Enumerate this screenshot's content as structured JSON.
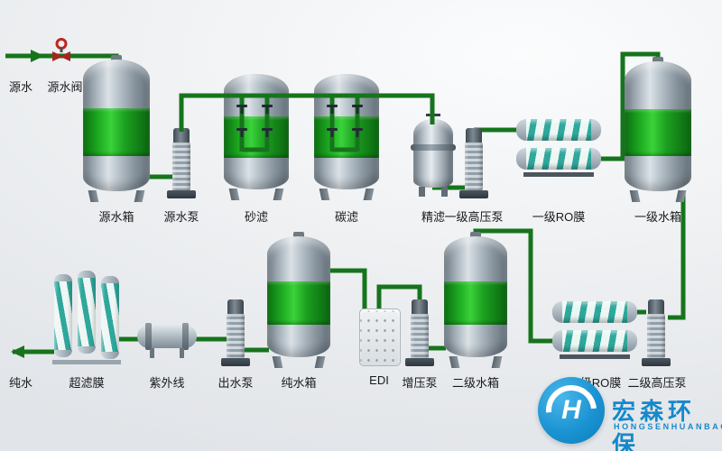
{
  "labels": {
    "source_water": "源水",
    "source_valve": "源水阀",
    "source_tank": "源水箱",
    "source_pump": "源水泵",
    "sand_filter": "砂滤",
    "carbon_filter": "碳滤",
    "fine_filter": "精滤",
    "hp_pump_1": "一级高压泵",
    "ro_membrane_1": "一级RO膜",
    "water_tank_1": "一级水箱",
    "pure_water": "纯水",
    "uf_membrane": "超滤膜",
    "uv_sterilizer": "紫外线",
    "outlet_pump": "出水泵",
    "pure_water_tank": "纯水箱",
    "edi": "EDI",
    "booster_pump": "增压泵",
    "water_tank_2": "二级水箱",
    "ro_membrane_2": "二级RO膜",
    "hp_pump_2": "二级高压泵"
  },
  "logo": {
    "name_cn": "宏森环保",
    "name_en": "HONGSENHUANBAO"
  },
  "colors": {
    "pipe_green": "#16741c",
    "tank_band_green": "#1fae22",
    "membrane_teal": "#2fa79c",
    "valve_red": "#c0261f",
    "logo_blue": "#1b93d2"
  }
}
